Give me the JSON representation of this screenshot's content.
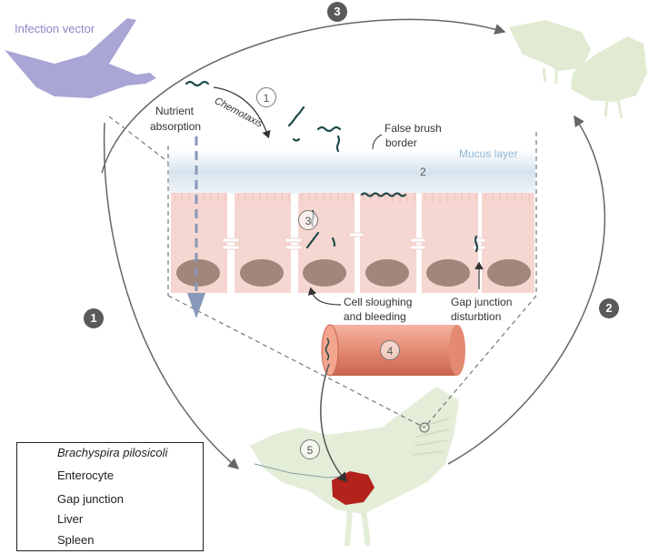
{
  "labels": {
    "infection_vector": "Infection vector",
    "chemotaxis": "Chemotaxis",
    "nutrient_absorption_1": "Nutrient",
    "nutrient_absorption_2": "absorption",
    "false_brush_1": "False brush",
    "false_brush_2": "border",
    "mucus_layer": "Mucus layer",
    "cell_sloughing_1": "Cell sloughing",
    "cell_sloughing_2": "and bleeding",
    "gap_disturb_1": "Gap junction",
    "gap_disturb_2": "disturbtion"
  },
  "route_badges": {
    "b1": "1",
    "b2": "2",
    "b3": "3"
  },
  "step_markers": {
    "s1": "1",
    "s2": "2",
    "s3": "3",
    "s4": "4",
    "s5": "5"
  },
  "legend": [
    {
      "label": "Brachyspira pilosicoli",
      "icon": "bacterium-icon"
    },
    {
      "label": "Enterocyte",
      "icon": "enterocyte-icon"
    },
    {
      "label": "Gap junction",
      "icon": "gap-junction-icon"
    },
    {
      "label": "Liver",
      "icon": "liver-icon"
    },
    {
      "label": "Spleen",
      "icon": "spleen-icon"
    }
  ],
  "colors": {
    "goose": "#a9a6d6",
    "chicken": "#dde9cf",
    "enterocyte": "#f6d6d1",
    "nucleus": "#a0867b",
    "mucus": "#d9e6ef",
    "bacterium": "#1f4a4a",
    "vessel": "#e48a72",
    "liver": "#b3221b",
    "spleen": "#d2a46a",
    "arrow": "#666666"
  }
}
